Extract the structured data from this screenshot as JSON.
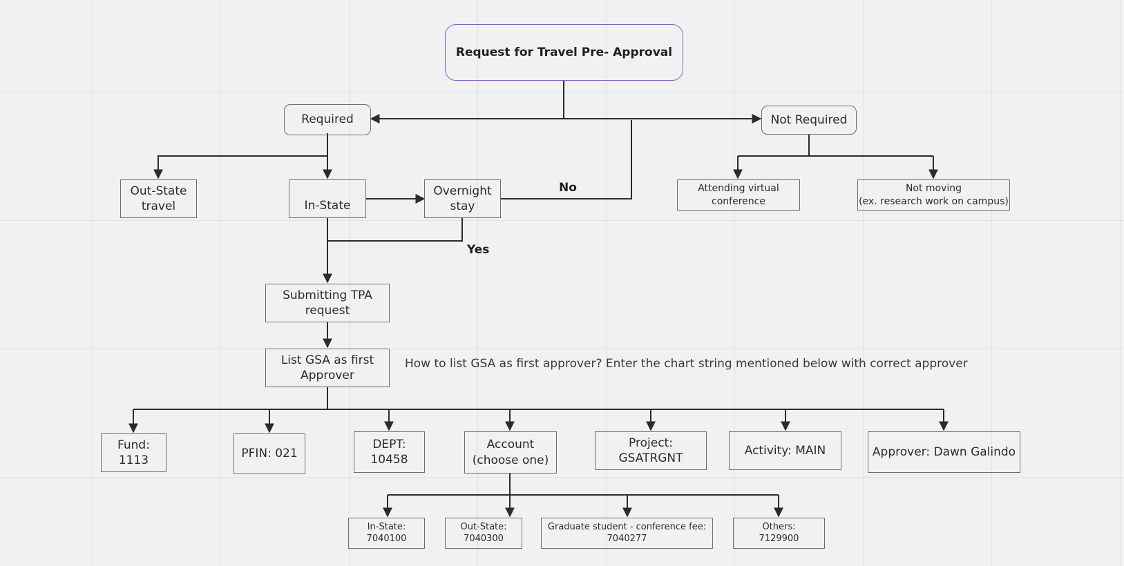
{
  "diagram": {
    "title": "Request for Travel Pre- Approval",
    "required": "Required",
    "not_required": "Not Required",
    "out_state_travel_l1": "Out-State",
    "out_state_travel_l2": "travel",
    "in_state": "In-State",
    "overnight_l1": "Overnight",
    "overnight_l2": "stay",
    "no_label": "No",
    "yes_label": "Yes",
    "virtual_l1": "Attending virtual",
    "virtual_l2": "conference",
    "not_moving_l1": "Not moving",
    "not_moving_l2": "(ex. research work on campus)",
    "submit_tpa_l1": "Submitting TPA",
    "submit_tpa_l2": "request",
    "list_gsa_l1": "List GSA as first",
    "list_gsa_l2": "Approver",
    "how_to_note": "How to list GSA as first approver? Enter the chart string mentioned below with correct approver",
    "fund_l1": "Fund:",
    "fund_l2": "1113",
    "pfin": "PFIN: 021",
    "dept_l1": "DEPT:",
    "dept_l2": "10458",
    "account_l1": "Account",
    "account_l2": "(choose one)",
    "project_l1": "Project:",
    "project_l2": "GSATRGNT",
    "activity": "Activity: MAIN",
    "approver": "Approver: Dawn Galindo",
    "acct_in_state_l1": "In-State:",
    "acct_in_state_l2": "7040100",
    "acct_out_state_l1": "Out-State:",
    "acct_out_state_l2": "7040300",
    "acct_grad_l1": "Graduate student - conference fee:",
    "acct_grad_l2": "7040277",
    "acct_others_l1": "Others:",
    "acct_others_l2": "7129900"
  }
}
